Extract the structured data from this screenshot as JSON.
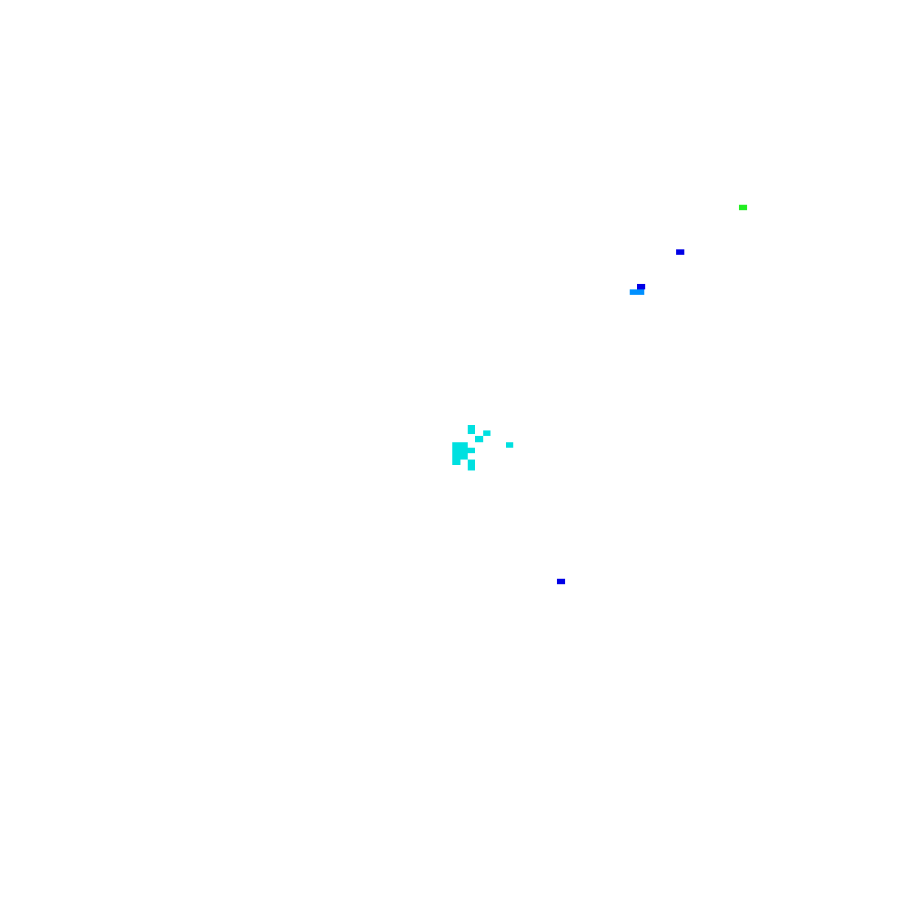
{
  "background": "#ffffff",
  "palette": {
    "cyan": "#00e0e0",
    "azure": "#0090ff",
    "blue": "#0000e6",
    "green": "#22ee22"
  },
  "cluster_counts": {
    "cyan": 10,
    "azure": 1,
    "blue": 3,
    "green": 1
  }
}
